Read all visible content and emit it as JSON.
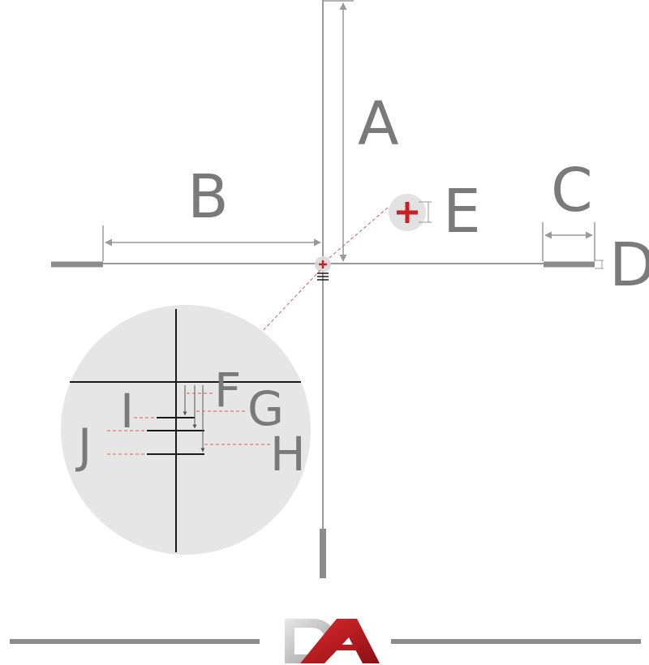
{
  "diagram": {
    "labels": {
      "a": "A",
      "b": "B",
      "c": "C",
      "d": "D",
      "e": "E",
      "f": "F",
      "g": "G",
      "h": "H",
      "i": "I",
      "j": "J"
    },
    "colors": {
      "line": "#9a9a9a",
      "label": "#7a7a7a",
      "accent": "#cc1f24",
      "magnifier": "#e6e6e6",
      "reticle": "#1a1a1a",
      "leader": "#e05a5a"
    },
    "logo": {
      "text": "DA",
      "icon": "logo-da-icon"
    }
  }
}
